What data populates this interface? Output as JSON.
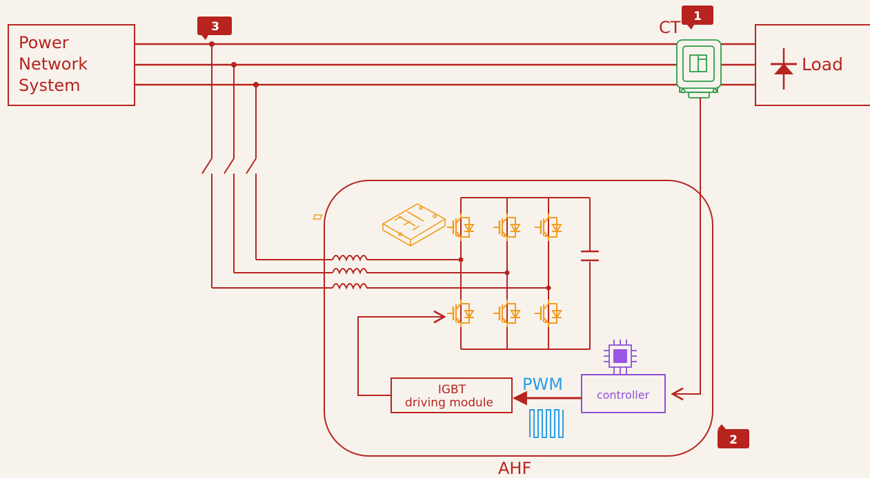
{
  "colors": {
    "main": "#b7231f",
    "igbt": "#f39c1f",
    "ct": "#2e9b47",
    "controller": "#8e4fd6",
    "pwm": "#2a9ee8",
    "background": "#f7f3ec"
  },
  "power_network": {
    "line1": "Power",
    "line2": "Network",
    "line3": "System"
  },
  "load": {
    "label": "Load"
  },
  "ct": {
    "label": "CT"
  },
  "badges": {
    "b1": "1",
    "b2": "2",
    "b3": "3"
  },
  "ahf": {
    "label": "AHF"
  },
  "igbt_driver": {
    "line1": "IGBT",
    "line2": "driving module"
  },
  "controller": {
    "label": "controller"
  },
  "pwm": {
    "label": "PWM"
  },
  "icons": {
    "ct": "ct-sensor-icon",
    "igbt_module": "igbt-module-icon",
    "chip": "microchip-icon",
    "pwm_wave": "pwm-wave-icon",
    "diode": "diode-icon"
  }
}
